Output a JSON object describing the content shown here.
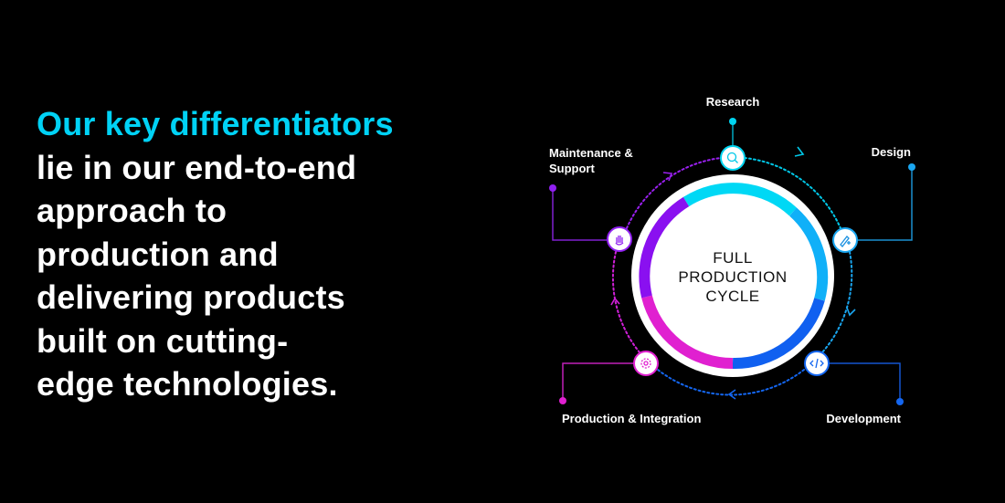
{
  "headline": {
    "highlight": "Our key differentiators",
    "lines": [
      "lie in our end-to-end",
      "approach to",
      "production and",
      "delivering products",
      "built on cutting-",
      "edge technologies."
    ]
  },
  "diagram": {
    "center": [
      "FULL",
      "PRODUCTION",
      "CYCLE"
    ],
    "stages": [
      {
        "label": "Research",
        "icon": "search-icon",
        "color": "#00d4f0"
      },
      {
        "label": "Design",
        "icon": "pencil-icon",
        "color": "#1aa6f0"
      },
      {
        "label": "Development",
        "icon": "code-icon",
        "color": "#1466f0"
      },
      {
        "label": "Production & Integration",
        "icon": "gear-icon",
        "color": "#e020d0"
      },
      {
        "label": "Maintenance &",
        "label2": "Support",
        "icon": "hand-icon",
        "color": "#9020f0"
      }
    ]
  }
}
